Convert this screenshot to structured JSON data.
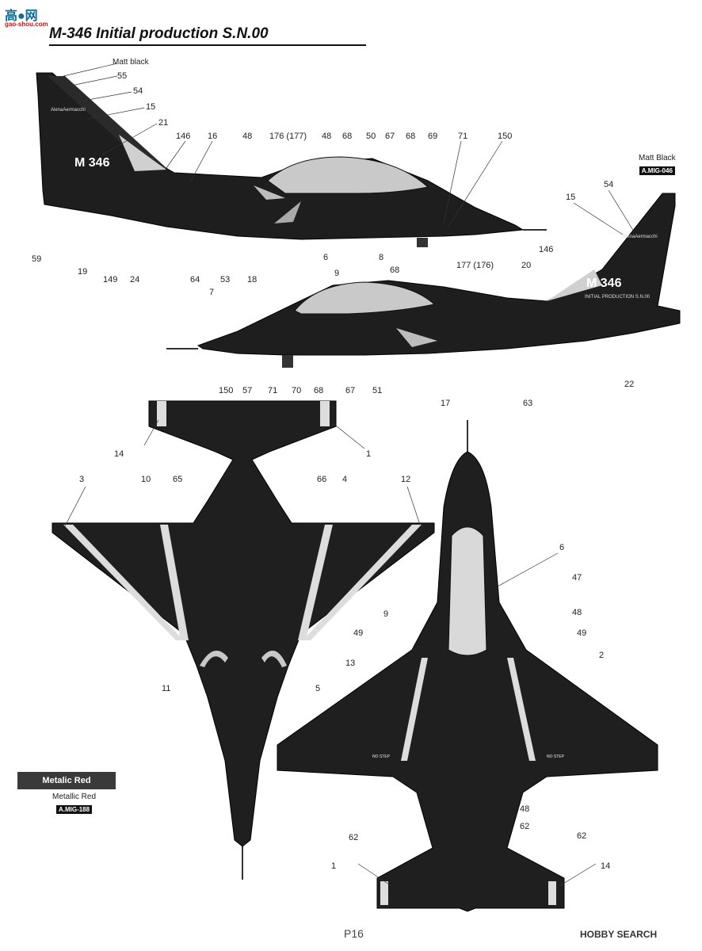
{
  "header": {
    "logo_glyphs": "高●网",
    "logo_sub": "gao-shou.com",
    "title": "M-346 Initial production S.N.00"
  },
  "paint_callouts": {
    "matt_black_top": "Matt black",
    "matt_black_right": "Matt Black",
    "matt_black_code": "A.MIG-046",
    "metalic_red_swatch": "Metalic Red",
    "metallic_red": "Metallic Red",
    "metallic_red_code": "A.MIG-188"
  },
  "markings": {
    "big_code": "M 346",
    "sub_code": "INITIAL PRODUCTION S.N.00",
    "maker": "AlenaAermacchi",
    "no_step": "NO STEP"
  },
  "side_view_left_labels": [
    "55",
    "54",
    "15",
    "21",
    "146",
    "16",
    "48",
    "176 (177)",
    "48",
    "68",
    "50",
    "67",
    "68",
    "69",
    "71",
    "150",
    "59",
    "19",
    "149",
    "24",
    "64",
    "53",
    "18",
    "6",
    "8"
  ],
  "side_view_right_labels": [
    "54",
    "15",
    "146",
    "20",
    "68",
    "177 (176)",
    "9",
    "7",
    "150",
    "57",
    "71",
    "70",
    "68",
    "67",
    "51",
    "17",
    "63",
    "22"
  ],
  "bottom_view_labels": [
    "14",
    "1",
    "3",
    "10",
    "65",
    "66",
    "4",
    "12",
    "11",
    "5"
  ],
  "top_view_labels": [
    "6",
    "47",
    "48",
    "9",
    "49",
    "49",
    "13",
    "2",
    "48",
    "62",
    "62",
    "62",
    "1",
    "14"
  ],
  "footer": {
    "page_number": "P16",
    "watermark": "HOBBY SEARCH"
  }
}
